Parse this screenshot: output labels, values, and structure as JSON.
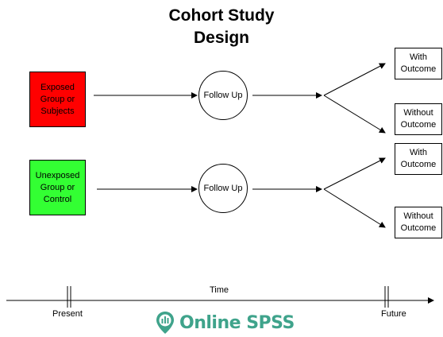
{
  "title": {
    "line1": "Cohort Study",
    "line2": "Design"
  },
  "groups": [
    {
      "label": "Exposed\nGroup or\nSubjects",
      "color": "#ff0000"
    },
    {
      "label": "Unexposed\nGroup or\nControl",
      "color": "#33ff33"
    }
  ],
  "follow_up": [
    {
      "label": "Follow Up"
    },
    {
      "label": "Follow Up"
    }
  ],
  "outcomes": [
    {
      "label": "With\nOutcome"
    },
    {
      "label": "Without\nOutcome"
    },
    {
      "label": "With\nOutcome"
    },
    {
      "label": "Without\nOutcome"
    }
  ],
  "timeline": {
    "axis_label": "Time",
    "start_label": "Present",
    "end_label": "Future"
  },
  "logo": {
    "text": "Online SPSS",
    "color": "#3fa38b",
    "icon": "spss-pin-logo-icon"
  }
}
